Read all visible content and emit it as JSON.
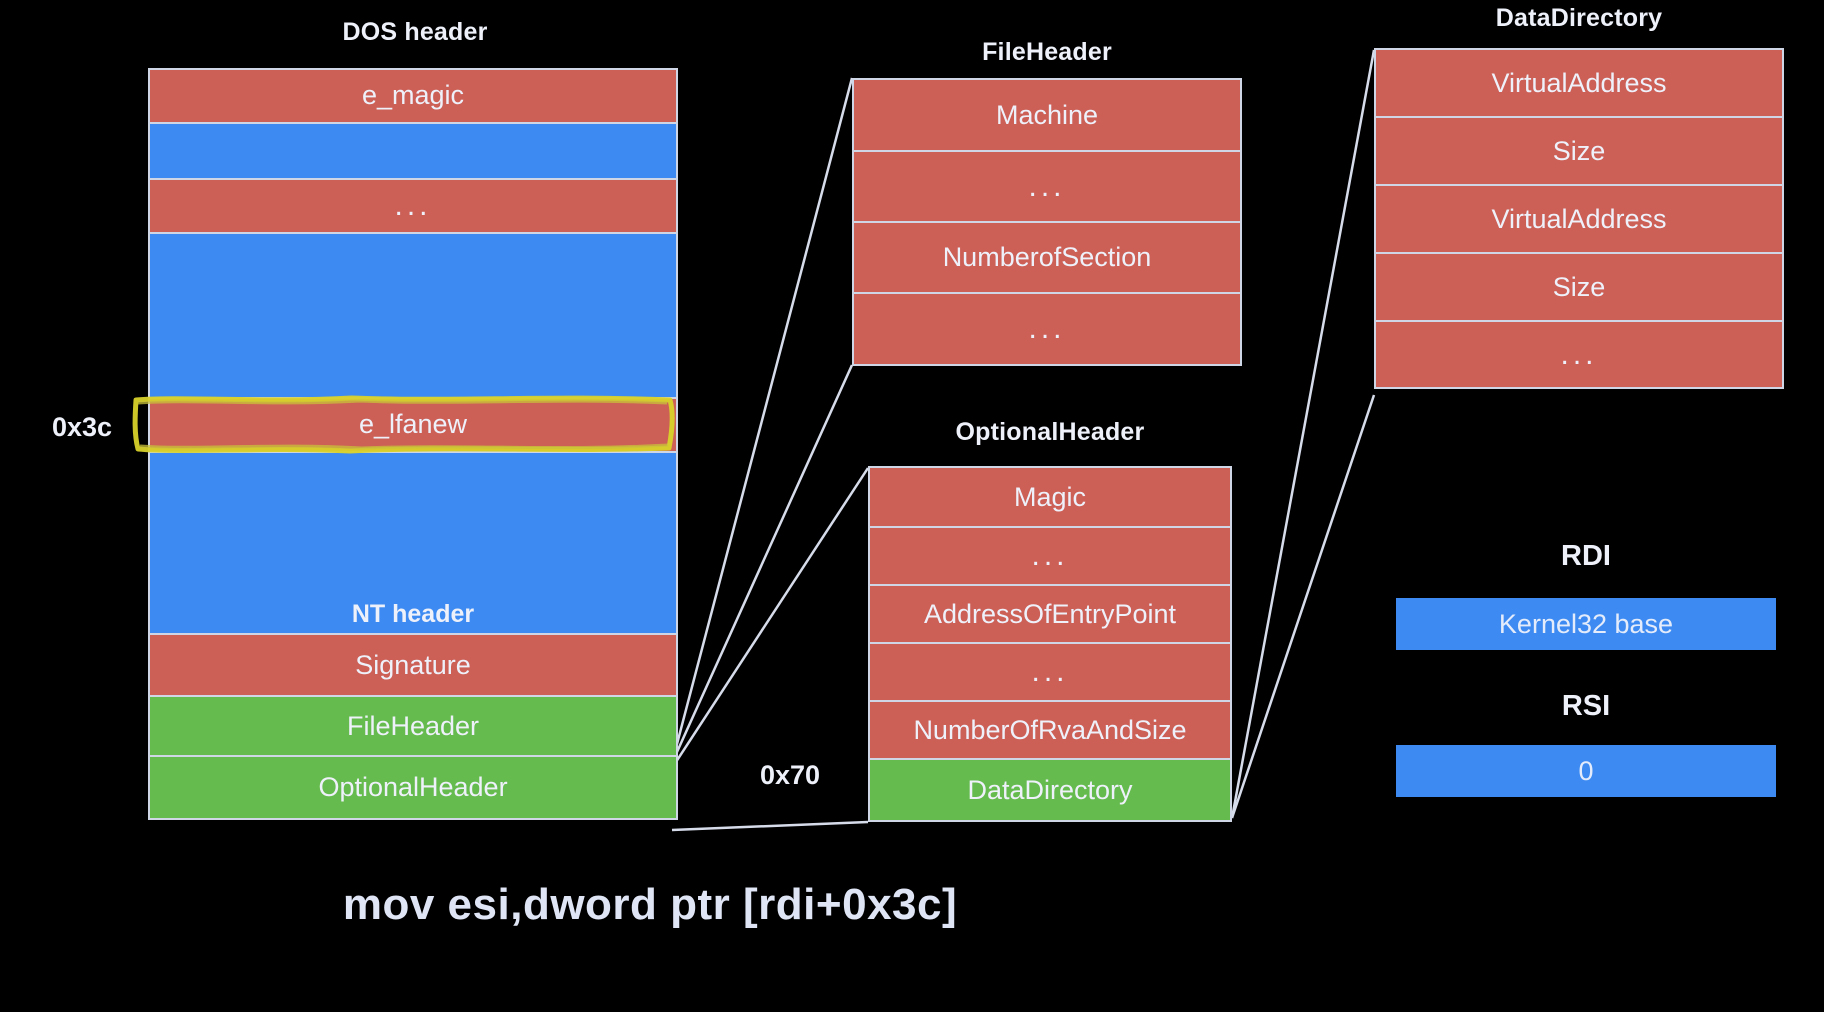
{
  "diagram": {
    "title_dos": "DOS header",
    "title_fileheader": "FileHeader",
    "title_optionalheader": "OptionalHeader",
    "title_datadirectory": "DataDirectory",
    "caption": "mov esi,dword ptr [rdi+0x3c]",
    "offsets": {
      "lfanew": "0x3c",
      "datadirectory": "0x70"
    },
    "colors": {
      "field_red": "#cc5f56",
      "field_blue": "#3d8bf2",
      "field_green": "#66bb4f",
      "background": "#000000",
      "border": "#cfd6e6",
      "text": "#eef1fa",
      "highlight": "#d8d12a"
    },
    "dots": "..."
  },
  "dos_header": {
    "fields": [
      {
        "label": "e_magic",
        "color": "red"
      },
      {
        "label": "",
        "color": "blue"
      },
      {
        "label": "...",
        "color": "red"
      },
      {
        "label": "",
        "color": "blue"
      },
      {
        "label": "e_lfanew",
        "color": "red"
      },
      {
        "label": "NT header",
        "color": "blue"
      },
      {
        "label": "Signature",
        "color": "red"
      },
      {
        "label": "FileHeader",
        "color": "green"
      },
      {
        "label": "OptionalHeader",
        "color": "green"
      }
    ]
  },
  "file_header": {
    "fields": [
      {
        "label": "Machine",
        "color": "red"
      },
      {
        "label": "...",
        "color": "red"
      },
      {
        "label": "NumberofSection",
        "color": "red"
      },
      {
        "label": "...",
        "color": "red"
      }
    ]
  },
  "optional_header": {
    "fields": [
      {
        "label": "Magic",
        "color": "red"
      },
      {
        "label": "...",
        "color": "red"
      },
      {
        "label": "AddressOfEntryPoint",
        "color": "red"
      },
      {
        "label": "...",
        "color": "red"
      },
      {
        "label": "NumberOfRvaAndSize",
        "color": "red"
      },
      {
        "label": "DataDirectory",
        "color": "green"
      }
    ]
  },
  "data_directory": {
    "fields": [
      {
        "label": "VirtualAddress",
        "color": "red"
      },
      {
        "label": "Size",
        "color": "red"
      },
      {
        "label": "VirtualAddress",
        "color": "red"
      },
      {
        "label": "Size",
        "color": "red"
      },
      {
        "label": "...",
        "color": "red"
      }
    ]
  },
  "registers": [
    {
      "name": "RDI",
      "value": "Kernel32 base"
    },
    {
      "name": "RSI",
      "value": "0"
    }
  ]
}
